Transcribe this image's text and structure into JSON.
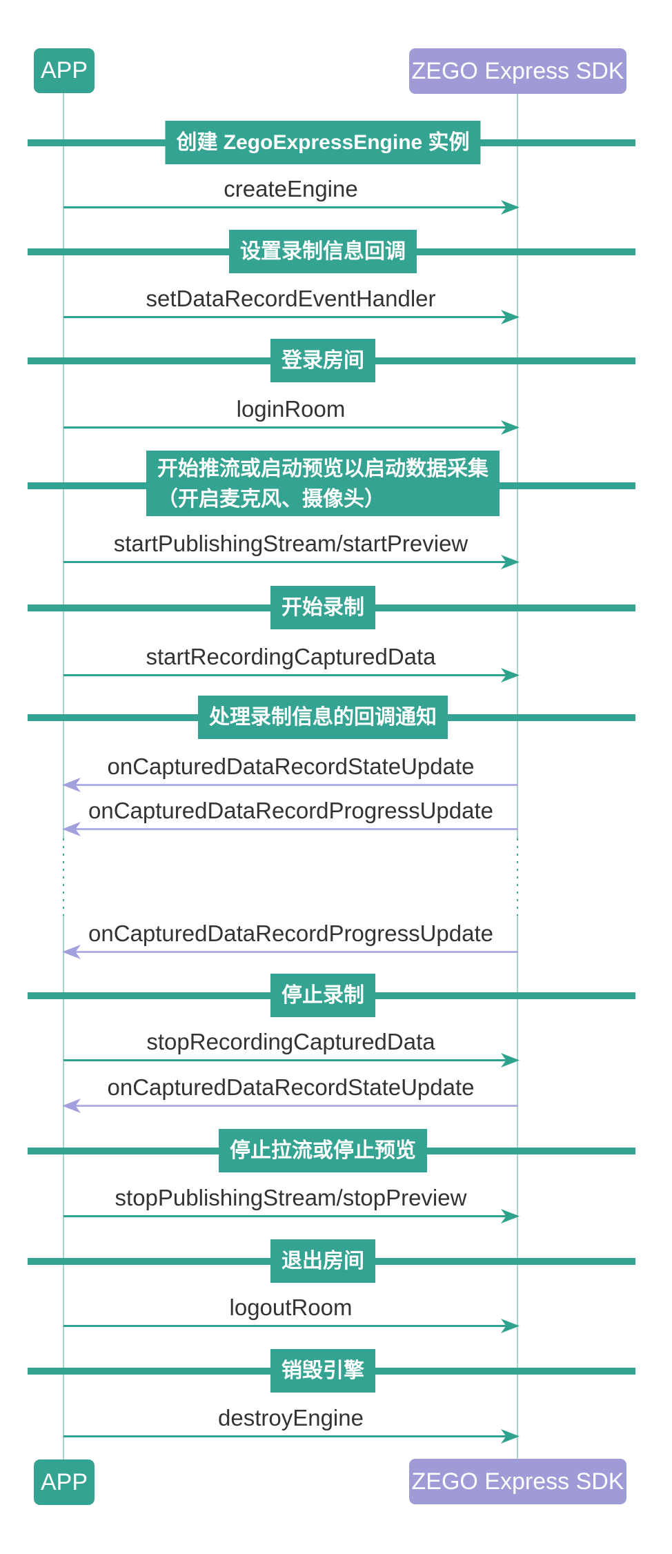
{
  "diagram": {
    "type": "sequence-diagram",
    "actors": {
      "app": "APP",
      "sdk": "ZEGO Express SDK"
    },
    "colors": {
      "teal": "#35A392",
      "lifeline_teal_light": "#A3D3C9",
      "purple_actor": "#9F9BD6",
      "callback_arrow_purple": "#A29FDE",
      "message_text": "#333333",
      "label_text": "#FFFFFF"
    },
    "sections": [
      {
        "label": "创建 ZegoExpressEngine 实例"
      },
      {
        "label": "设置录制信息回调"
      },
      {
        "label": "登录房间"
      },
      {
        "label": "开始推流或启动预览以启动数据采集",
        "label_line2": "（开启麦克风、摄像头）"
      },
      {
        "label": "开始录制"
      },
      {
        "label": "处理录制信息的回调通知"
      },
      {
        "label": "停止录制"
      },
      {
        "label": "停止拉流或停止预览"
      },
      {
        "label": "退出房间"
      },
      {
        "label": "销毁引擎"
      }
    ],
    "messages": [
      {
        "label": "createEngine",
        "from": "APP",
        "to": "ZEGO Express SDK",
        "direction": "right"
      },
      {
        "label": "setDataRecordEventHandler",
        "from": "APP",
        "to": "ZEGO Express SDK",
        "direction": "right"
      },
      {
        "label": "loginRoom",
        "from": "APP",
        "to": "ZEGO Express SDK",
        "direction": "right"
      },
      {
        "label": "startPublishingStream/startPreview",
        "from": "APP",
        "to": "ZEGO Express SDK",
        "direction": "right"
      },
      {
        "label": "startRecordingCapturedData",
        "from": "APP",
        "to": "ZEGO Express SDK",
        "direction": "right"
      },
      {
        "label": "onCapturedDataRecordStateUpdate",
        "from": "ZEGO Express SDK",
        "to": "APP",
        "direction": "left"
      },
      {
        "label": "onCapturedDataRecordProgressUpdate",
        "from": "ZEGO Express SDK",
        "to": "APP",
        "direction": "left"
      },
      {
        "label": "onCapturedDataRecordProgressUpdate",
        "from": "ZEGO Express SDK",
        "to": "APP",
        "direction": "left"
      },
      {
        "label": "stopRecordingCapturedData",
        "from": "APP",
        "to": "ZEGO Express SDK",
        "direction": "right"
      },
      {
        "label": "onCapturedDataRecordStateUpdate",
        "from": "ZEGO Express SDK",
        "to": "APP",
        "direction": "left"
      },
      {
        "label": "stopPublishingStream/stopPreview",
        "from": "APP",
        "to": "ZEGO Express SDK",
        "direction": "right"
      },
      {
        "label": "logoutRoom",
        "from": "APP",
        "to": "ZEGO Express SDK",
        "direction": "right"
      },
      {
        "label": "destroyEngine",
        "from": "APP",
        "to": "ZEGO Express SDK",
        "direction": "right"
      }
    ]
  }
}
